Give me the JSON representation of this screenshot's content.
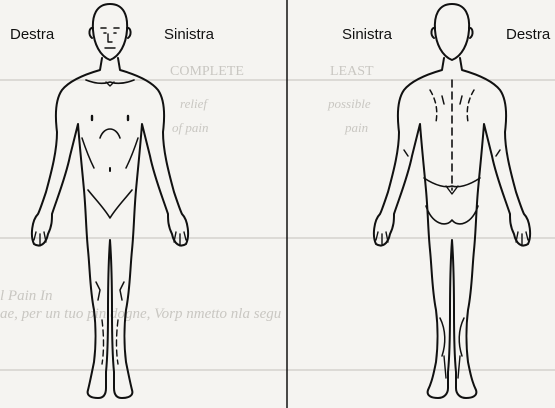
{
  "front_view": {
    "left_label": "Destra",
    "right_label": "Sinistra"
  },
  "back_view": {
    "left_label": "Sinistra",
    "right_label": "Destra"
  },
  "background_text": {
    "complete": "COMPLETE",
    "relief": "relief",
    "of_pain": "of pain",
    "least": "LEAST",
    "possible": "possible",
    "pain": "pain",
    "line1": "l Pain In",
    "line2": "ae, per   un tuo pin dogne, Vorp   nmetto      nla segu"
  },
  "colors": {
    "ink": "#111111",
    "ghost": "#c9c7c2",
    "paper": "#f5f4f1"
  }
}
